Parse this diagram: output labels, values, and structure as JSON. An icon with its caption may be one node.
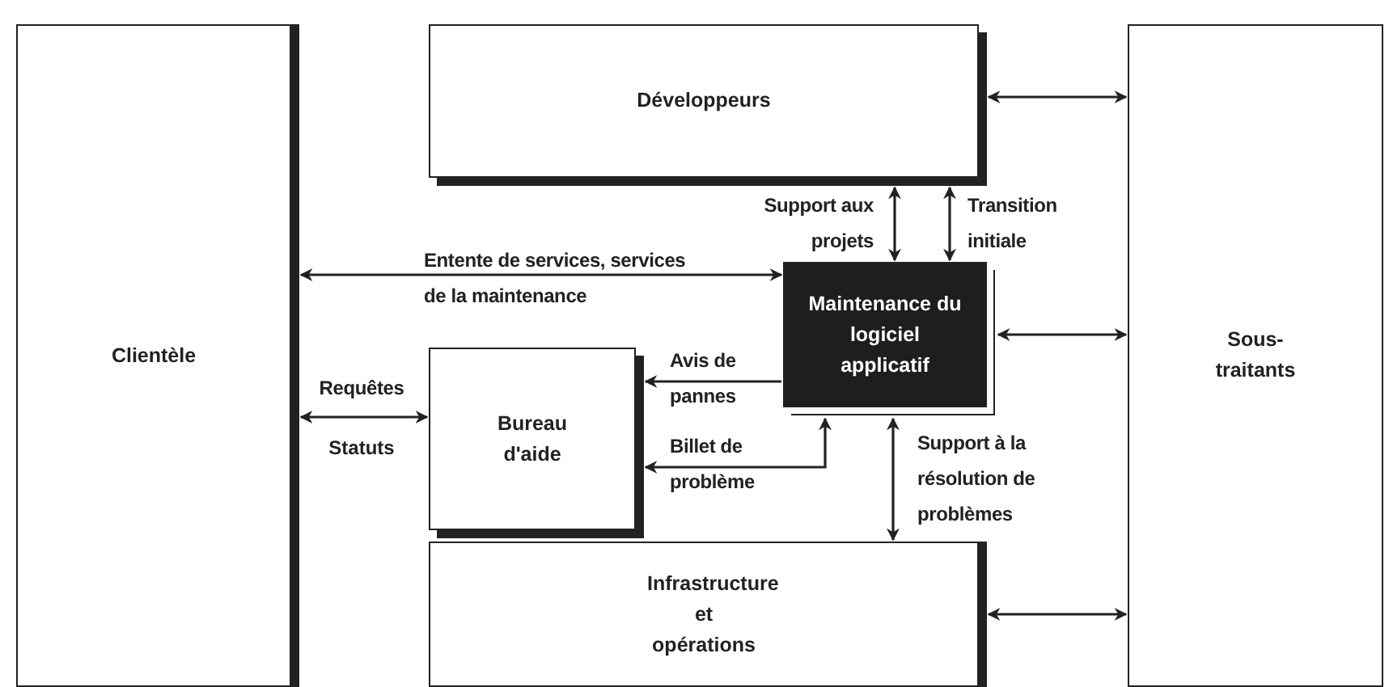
{
  "diagram": {
    "nodes": [
      {
        "text": [
          "Clientèle"
        ]
      },
      {
        "text": [
          "Développeurs"
        ]
      },
      {
        "text": [
          "Maintenance du logiciel applicatif"
        ]
      },
      {
        "text": [
          "Bureau d'aide"
        ]
      },
      {
        "text": [
          "Infrastructure et opérations"
        ]
      },
      {
        "text": [
          "Sous-traitants"
        ]
      }
    ],
    "edges": [
      {
        "from": 0,
        "to": 2,
        "arrow": "both",
        "label": "Entente de services, services de la maintenance"
      },
      {
        "from": 0,
        "to": 3,
        "arrow": "both",
        "label": "Requêtes"
      },
      {
        "from": 2,
        "to": 3,
        "arrow": "to",
        "label": "Avis de pannes"
      },
      {
        "from": 3,
        "to": 2,
        "arrow": "both",
        "label": "Billet de problème"
      },
      {
        "from": 1,
        "to": 2,
        "arrow": "both",
        "label": "Support aux projets"
      },
      {
        "from": 1,
        "to": 2,
        "arrow": "both",
        "label": "Transition initiale"
      },
      {
        "from": 2,
        "to": 4,
        "arrow": "both",
        "label": "Support à la résolution de problèmes"
      },
      {
        "from": 1,
        "to": 5,
        "arrow": "both"
      },
      {
        "from": 2,
        "to": 5,
        "arrow": "both"
      },
      {
        "from": 4,
        "to": 5,
        "arrow": "both"
      }
    ],
    "labels": [
      "Statuts"
    ]
  }
}
